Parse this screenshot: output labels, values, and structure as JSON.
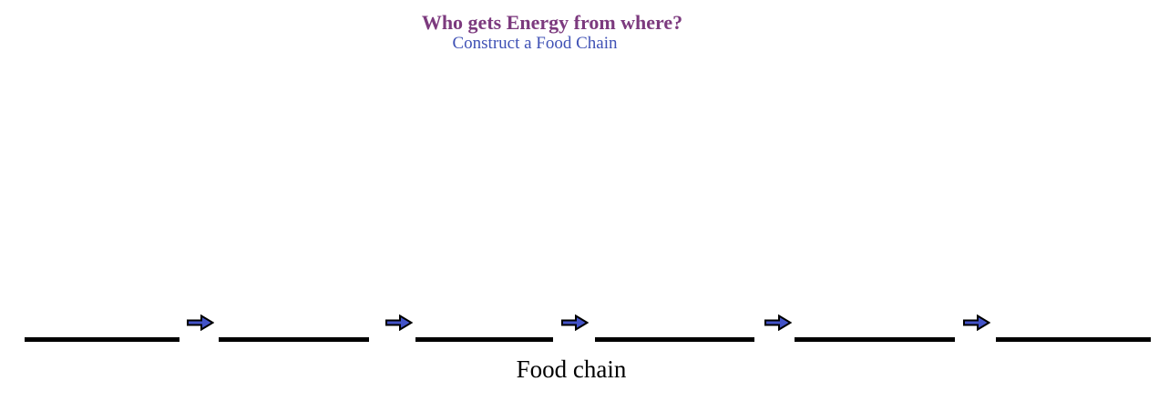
{
  "slide": {
    "title": "Who gets Energy from where?",
    "subtitle": "Construct a Food Chain",
    "caption": "Food chain"
  },
  "food_chain": {
    "blank_count": 6,
    "arrow_count": 5,
    "blank_values": [
      "",
      "",
      "",
      "",
      "",
      ""
    ],
    "arrow_icon": "right-block-arrow"
  },
  "colors": {
    "background": "#ffffff",
    "title_text": "#7c3a7e",
    "subtitle_text": "#3f51b5",
    "caption_text": "#000000",
    "blank_line": "#000000",
    "arrow_fill": "#4353c8",
    "arrow_outline": "#000000"
  }
}
